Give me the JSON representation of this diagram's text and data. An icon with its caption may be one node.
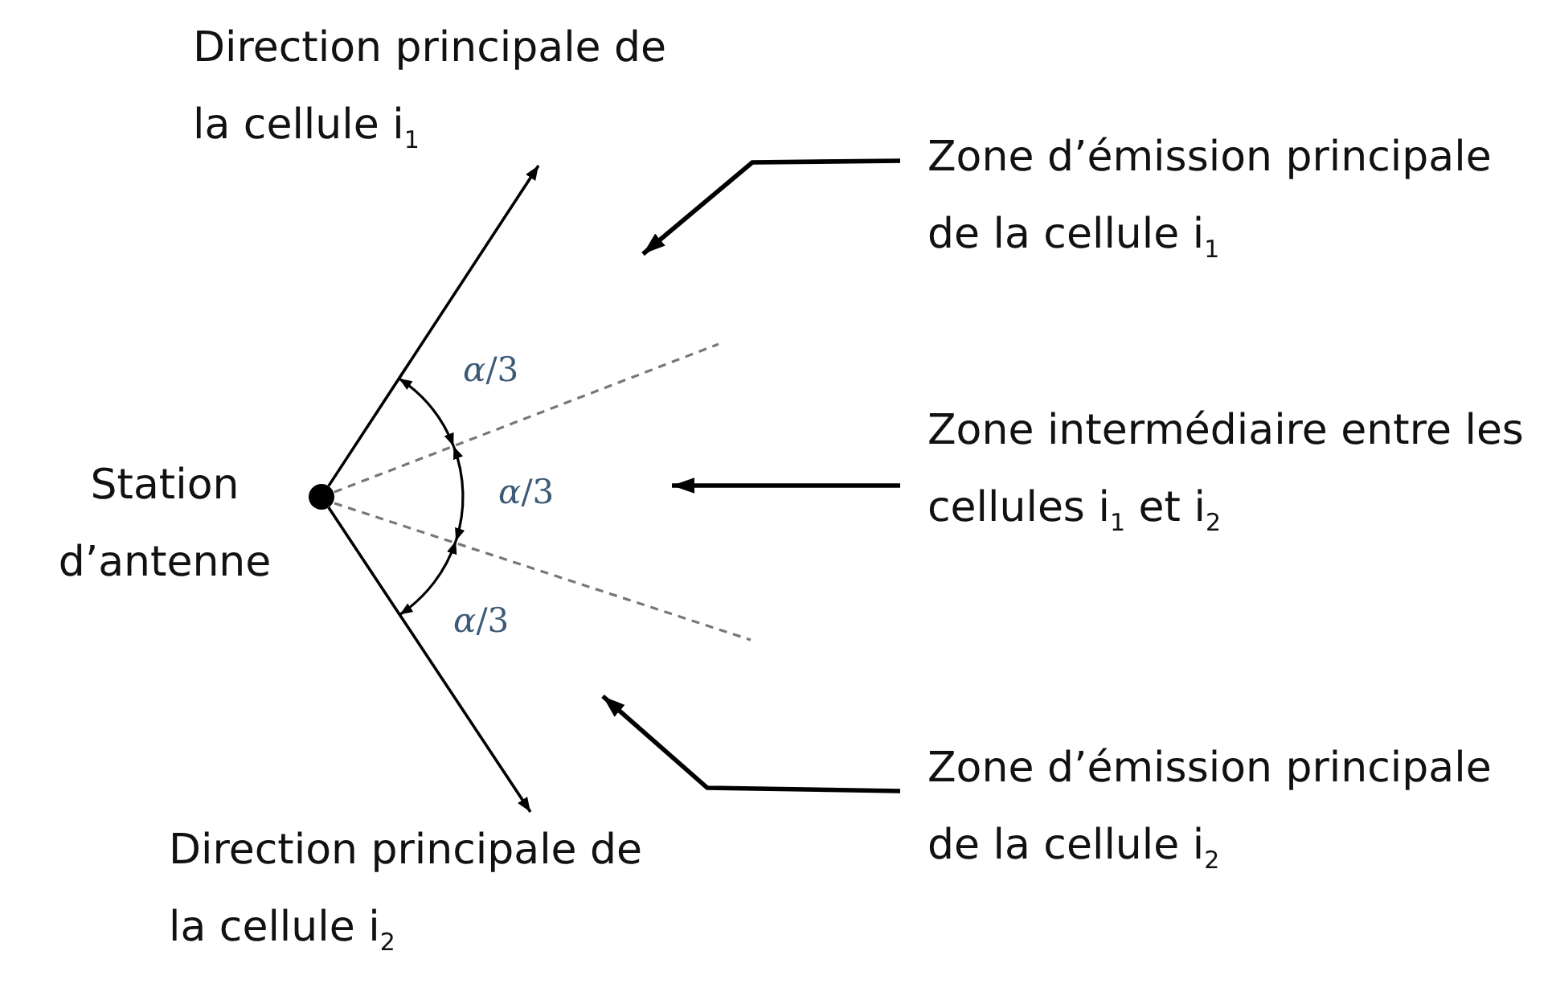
{
  "diagram": {
    "nodes": [
      {
        "text": [],
        "shape": "circle",
        "beside": [
          "Station d’antenne"
        ]
      },
      {
        "text": [
          "Direction principale de la cellule i$_{1}$"
        ]
      },
      {
        "text": [
          "Direction principale de la cellule i$_{2}$"
        ]
      },
      {
        "text": [
          "Zone d’émission principale de la cellule i$_{1}$"
        ]
      },
      {
        "text": [
          "Zone intermédiaire entre les cellules i$_{1}$ et i$_{2}$"
        ]
      },
      {
        "text": [
          "Zone d’émission principale de la cellule i$_{2}$"
        ]
      }
    ],
    "edges": [
      {
        "from": 0,
        "to": 1,
        "arrow": "to"
      },
      {
        "from": 0,
        "to": 2,
        "arrow": "to"
      },
      {
        "from": 3,
        "to": null,
        "arrow": "to"
      },
      {
        "from": 4,
        "to": null,
        "arrow": "to"
      },
      {
        "from": 5,
        "to": null,
        "arrow": "to"
      }
    ],
    "labels": [
      "*α*/3",
      "*α*/3",
      "*α*/3"
    ]
  }
}
